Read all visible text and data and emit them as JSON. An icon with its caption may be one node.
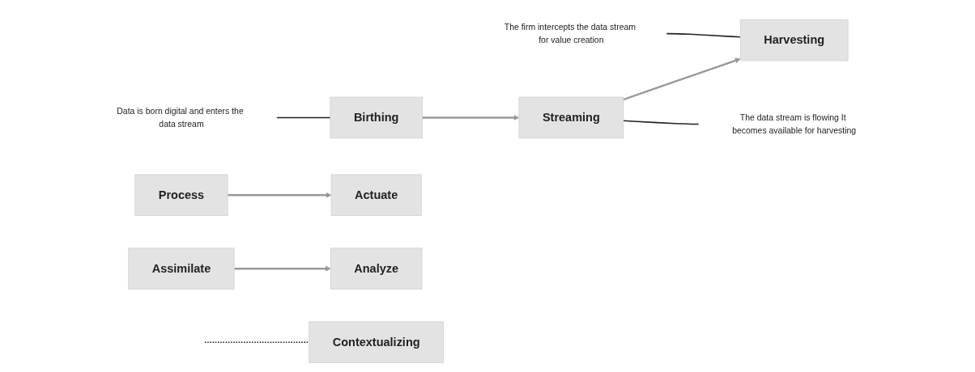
{
  "diagram": {
    "nodes": [
      {
        "text": [
          "Birthing"
        ]
      },
      {
        "text": [
          "Streaming"
        ]
      },
      {
        "text": [
          "Harvesting"
        ]
      },
      {
        "text": [
          "Process"
        ]
      },
      {
        "text": [
          "Actuate"
        ]
      },
      {
        "text": [
          "Assimilate"
        ]
      },
      {
        "text": [
          "Analyze"
        ]
      },
      {
        "text": [
          "Contextualizing"
        ]
      },
      {
        "text": [
          "Data is born digital and enters the data stream"
        ]
      },
      {
        "text": [
          "The data stream is flowing It becomes available for harvesting"
        ]
      },
      {
        "text": [
          "The firm intercepts the data stream for value creation"
        ]
      }
    ],
    "edges": [
      {
        "from": 0,
        "to": 1,
        "arrow": "to"
      },
      {
        "from": 1,
        "to": 2,
        "arrow": "to"
      },
      {
        "from": 3,
        "to": 4,
        "arrow": "to"
      },
      {
        "from": 5,
        "to": 6,
        "arrow": "to"
      },
      {
        "from": 8,
        "to": 0,
        "arrow": "none",
        "color": "#222222"
      },
      {
        "from": 1,
        "to": 9,
        "arrow": "none",
        "color": "#222222"
      },
      {
        "from": 10,
        "to": 2,
        "arrow": "none",
        "color": "#222222"
      },
      {
        "from": null,
        "to": 7,
        "arrow": "none",
        "style": "dashed",
        "color": "#222222"
      }
    ]
  }
}
